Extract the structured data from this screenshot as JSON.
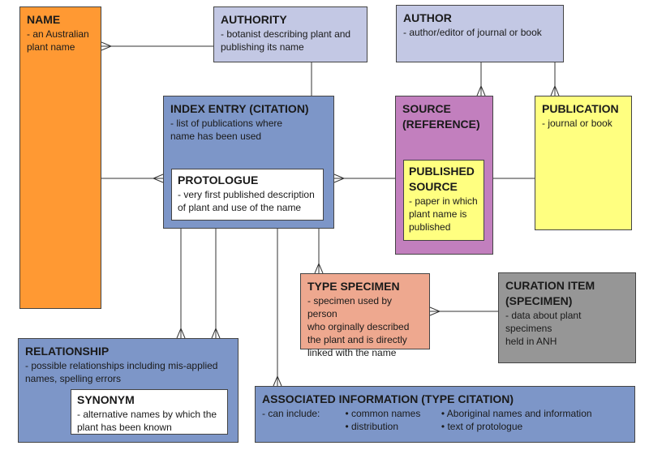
{
  "entities": {
    "name": {
      "title": "NAME",
      "desc": "- an Australian\n   plant name",
      "color": "#FF9933"
    },
    "authority": {
      "title": "AUTHORITY",
      "desc": "- botanist describing plant and\n  publishing its name",
      "color": "#C3C8E4"
    },
    "author": {
      "title": "AUTHOR",
      "desc": "- author/editor of journal or book",
      "color": "#C3C8E4"
    },
    "index_entry": {
      "title": "INDEX ENTRY (CITATION)",
      "desc": "- list of publications where\n   name has been used",
      "color": "#7D96C8"
    },
    "protologue": {
      "title": "PROTOLOGUE",
      "desc": "- very first published description\n  of plant and use of the name",
      "color": "#FFFFFF"
    },
    "source": {
      "title": "SOURCE\n(REFERENCE)",
      "color": "#C27FBE"
    },
    "published_source": {
      "title": "PUBLISHED\nSOURCE",
      "desc": "- paper in which\n   plant name is\n   published",
      "color": "#FFFF80"
    },
    "publication": {
      "title": "PUBLICATION",
      "desc": "- journal or book",
      "color": "#FFFF80"
    },
    "type_specimen": {
      "title": "TYPE SPECIMEN",
      "desc": "- specimen used by person\n  who orginally described\n  the plant and is directly\n  linked with the name",
      "color": "#EEA88F"
    },
    "curation_item": {
      "title": "CURATION ITEM\n(SPECIMEN)",
      "desc": "- data about plant specimens\n  held in ANH",
      "color": "#969696"
    },
    "relationship": {
      "title": "RELATIONSHIP",
      "desc": "- possible relationships including mis-applied\n  names, spelling errors",
      "color": "#7D96C8"
    },
    "synonym": {
      "title": "SYNONYM",
      "desc": "- alternative names by which the\n  plant has been known",
      "color": "#FFFFFF"
    },
    "associated_info": {
      "title": "ASSOCIATED INFORMATION (TYPE CITATION)",
      "prefix": "- can include:",
      "col1": "• common names\n• distribution",
      "col2": "• Aboriginal names and information\n• text of protologue",
      "color": "#7D96C8"
    }
  }
}
